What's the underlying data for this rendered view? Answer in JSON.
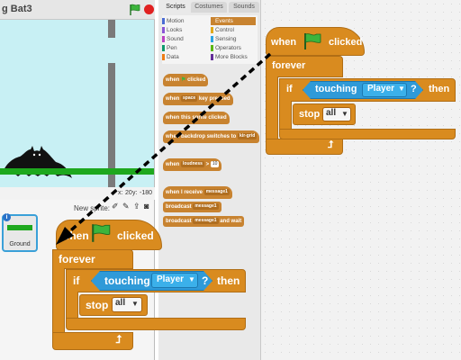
{
  "stage": {
    "title": "g Bat3",
    "x_label": "x:",
    "x_value": "20",
    "y_label": "y:",
    "y_value": "-180",
    "new_sprite_label": "New sprite:",
    "sprite_name": "Ground"
  },
  "palette": {
    "tabs": [
      "Scripts",
      "Costumes",
      "Sounds"
    ],
    "categories": [
      {
        "label": "Motion",
        "color": "#4a6cd4"
      },
      {
        "label": "Looks",
        "color": "#8a55d7"
      },
      {
        "label": "Sound",
        "color": "#bb42c3"
      },
      {
        "label": "Pen",
        "color": "#0e9a6c"
      },
      {
        "label": "Data",
        "color": "#ee7d16"
      },
      {
        "label": "Events",
        "color": "#c88330"
      },
      {
        "label": "Control",
        "color": "#e1a91a"
      },
      {
        "label": "Sensing",
        "color": "#2ca5e2"
      },
      {
        "label": "Operators",
        "color": "#5cb712"
      },
      {
        "label": "More Blocks",
        "color": "#632d99"
      }
    ],
    "blocks": {
      "when_flag_clicked": {
        "pre": "when",
        "post": "clicked"
      },
      "when_key_pressed": {
        "pre": "when",
        "key": "space",
        "post": "key pressed"
      },
      "when_sprite_clicked": "when this sprite clicked",
      "when_backdrop": {
        "pre": "when backdrop switches to",
        "value": "kir-grid"
      },
      "when_loudness": {
        "pre": "when",
        "sensor": "loudness",
        "op": ">",
        "value": "10"
      },
      "when_receive": {
        "pre": "when I receive",
        "msg": "message1"
      },
      "broadcast": {
        "pre": "broadcast",
        "msg": "message1"
      },
      "broadcast_wait": {
        "pre": "broadcast",
        "msg": "message1",
        "post": "and wait"
      }
    }
  },
  "script": {
    "hat_when": "when",
    "hat_clicked": "clicked",
    "forever": "forever",
    "if": "if",
    "touching": "touching",
    "touching_target": "Player",
    "touching_q": "?",
    "then": "then",
    "stop": "stop",
    "stop_option": "all"
  },
  "colors": {
    "events": "#c88330",
    "control": "#d98b1f",
    "sensing": "#2f9ad8",
    "ground": "#1ea81e",
    "stage_sky": "#c8f0f4"
  }
}
